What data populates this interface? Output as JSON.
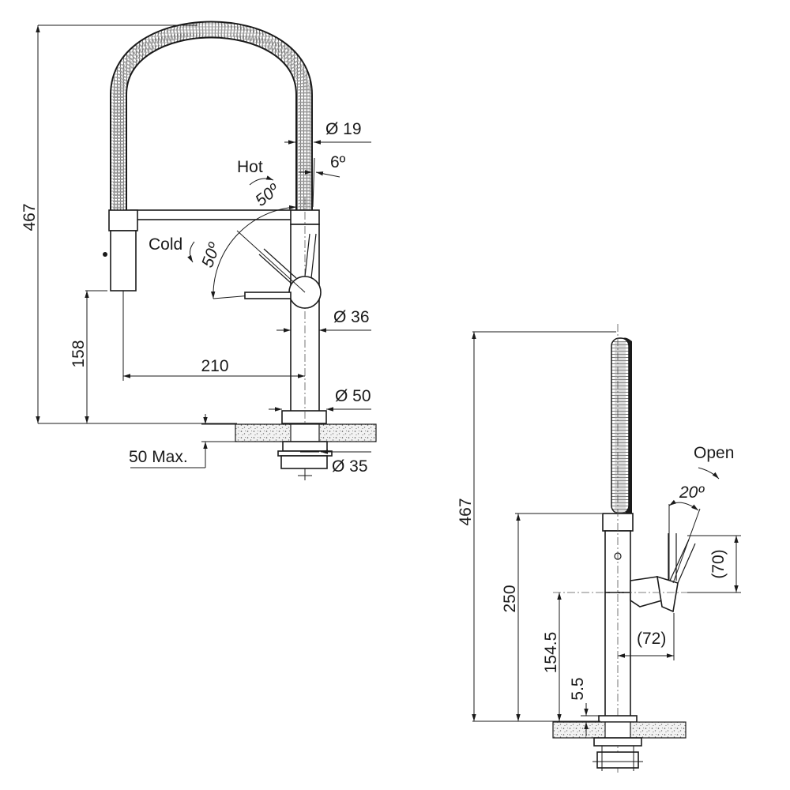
{
  "front_view": {
    "dim_total_height": "467",
    "dim_spout_clearance": "158",
    "dim_reach": "210",
    "dim_counter_thickness": "50 Max.",
    "dim_hose_diameter": "Ø 19",
    "dim_body_diameter": "Ø 36",
    "dim_base_diameter": "Ø 50",
    "dim_hole_diameter": "Ø 35",
    "label_hot": "Hot",
    "label_cold": "Cold",
    "angle_hot": "50º",
    "angle_cold": "50º",
    "angle_tilt": "6º"
  },
  "side_view": {
    "dim_total_height": "467",
    "dim_collar_height": "250",
    "dim_lever_height": "154.5",
    "dim_base_height": "5.5",
    "dim_lever_reach": "(72)",
    "dim_lever_length": "(70)",
    "label_open": "Open",
    "angle_open": "20º"
  },
  "colors": {
    "line": "#1a1a1a",
    "counter_fill": "#d9d9d9",
    "hose_fill": "#9a9a9a"
  }
}
